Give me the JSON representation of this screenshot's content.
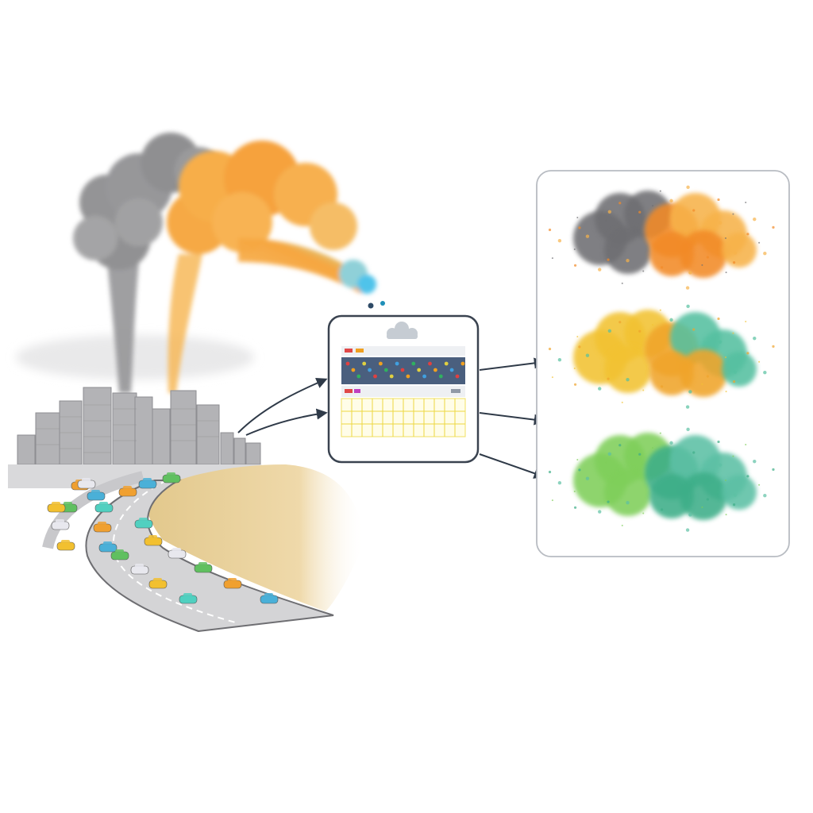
{
  "diagram": {
    "scene": {
      "plume_colors": [
        "#8f8f8f",
        "#f5a94a",
        "#5cc6e6"
      ],
      "building_color": "#b4b4b6",
      "road_color": "#cfcfd1",
      "sand_color": "#e8cf98",
      "car_colors": [
        "#f0a030",
        "#4ab0d8",
        "#60c060",
        "#e8e8ee",
        "#f2c030",
        "#50d0c0"
      ]
    },
    "monitor": {
      "icon": "cloud-icon",
      "header_right_text": "",
      "dot_colors": [
        "#e04040",
        "#f0a020",
        "#30b060",
        "#e0d040",
        "#40a0e0"
      ],
      "band_color": "#4a5f7e",
      "grid_color": "#f2e040"
    },
    "arrows": {
      "color": "#2f3a48"
    },
    "output_panel": {
      "clouds": [
        {
          "name": "grey-orange-cloud",
          "colors": [
            "#6e6e72",
            "#f28a28",
            "#f7b24a"
          ]
        },
        {
          "name": "yellow-teal-cloud",
          "colors": [
            "#f2c233",
            "#f0a42c",
            "#55c0a0"
          ]
        },
        {
          "name": "green-cloud",
          "colors": [
            "#7fcf5a",
            "#3eae88",
            "#5cc0a4"
          ]
        }
      ]
    }
  }
}
